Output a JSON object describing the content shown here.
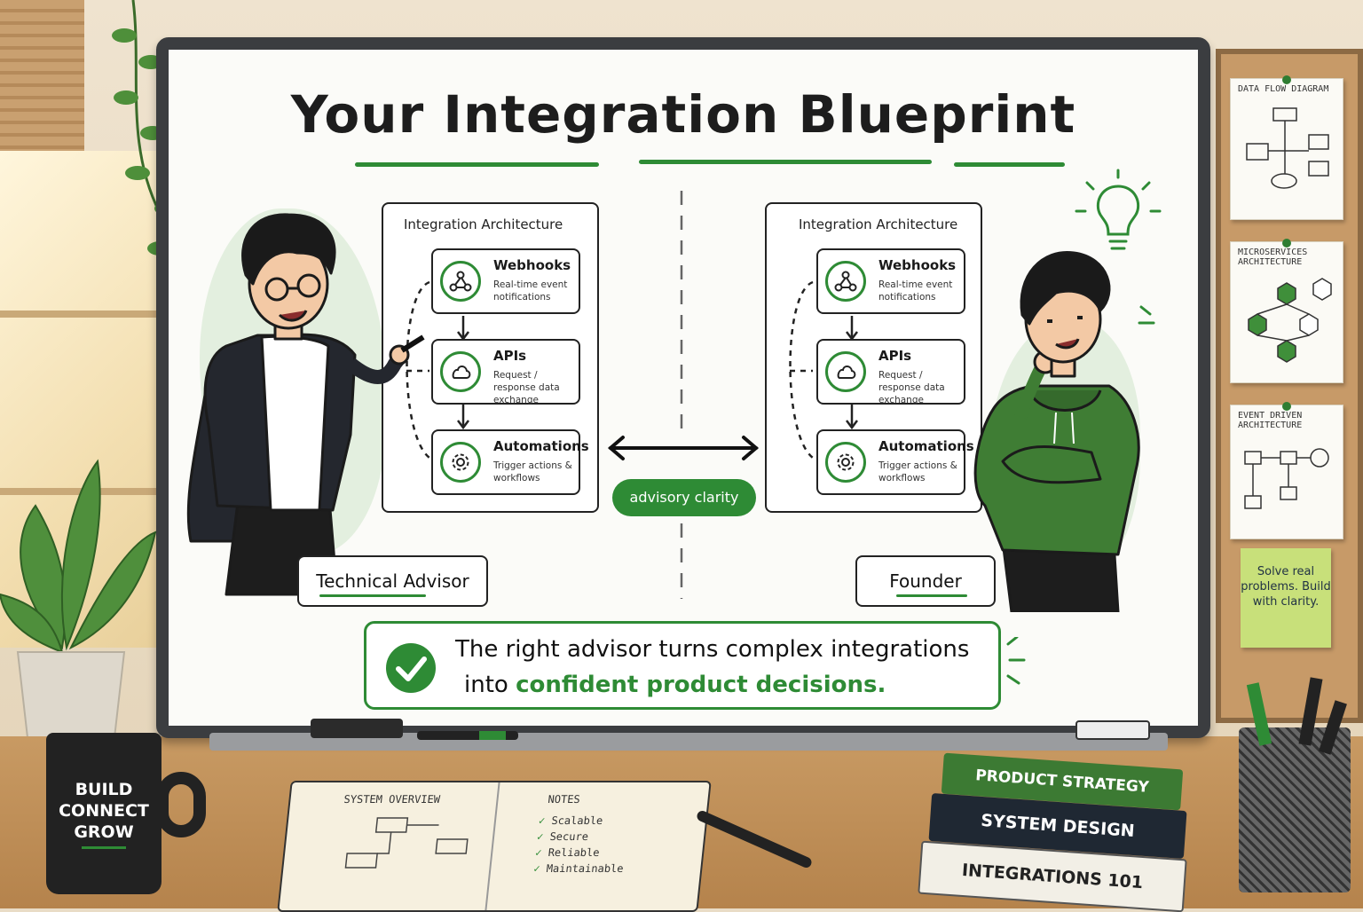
{
  "board": {
    "title": "Your Integration Blueprint",
    "left_panel": {
      "title": "Integration Architecture",
      "nodes": [
        {
          "title": "Webhooks",
          "desc": "Real-time event notifications",
          "icon": "webhook-icon"
        },
        {
          "title": "APIs",
          "desc": "Request / response data exchange",
          "icon": "cloud-icon"
        },
        {
          "title": "Automations",
          "desc": "Trigger actions & workflows",
          "icon": "gear-icon"
        }
      ]
    },
    "right_panel": {
      "title": "Integration Architecture",
      "nodes": [
        {
          "title": "Webhooks",
          "desc": "Real-time event notifications",
          "icon": "webhook-icon"
        },
        {
          "title": "APIs",
          "desc": "Request / response data exchange",
          "icon": "cloud-icon"
        },
        {
          "title": "Automations",
          "desc": "Trigger actions & workflows",
          "icon": "gear-icon"
        }
      ]
    },
    "center_pill": "advisory clarity",
    "left_role": "Technical Advisor",
    "right_role": "Founder",
    "callout": {
      "line1": "The right advisor turns complex integrations",
      "line2_prefix": "into",
      "line2_highlight": "confident product decisions."
    },
    "accent_color": "#2e8b35"
  },
  "corkboard": {
    "cards": [
      {
        "title": "DATA FLOW DIAGRAM"
      },
      {
        "title": "MICROSERVICES ARCHITECTURE"
      },
      {
        "title": "EVENT DRIVEN ARCHITECTURE"
      }
    ],
    "sticky_note": "Solve real problems. Build with clarity."
  },
  "desk": {
    "mug_text": [
      "BUILD",
      "CONNECT",
      "GROW"
    ],
    "notebook": {
      "left_heading": "SYSTEM OVERVIEW",
      "right_heading": "NOTES",
      "notes": [
        "Scalable",
        "Secure",
        "Reliable",
        "Maintainable"
      ]
    },
    "books": [
      "PRODUCT STRATEGY",
      "SYSTEM DESIGN",
      "INTEGRATIONS 101"
    ]
  }
}
